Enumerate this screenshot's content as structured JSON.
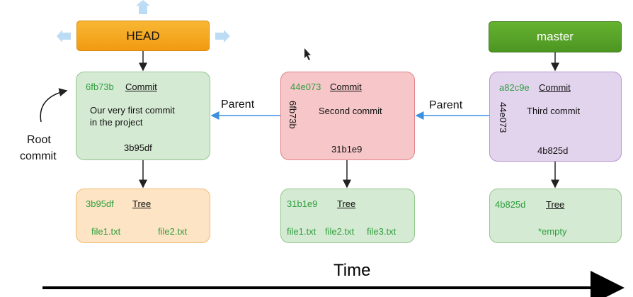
{
  "pointers": {
    "head": "HEAD",
    "master": "master"
  },
  "commits": [
    {
      "hash": "6fb73b",
      "title": "Commit",
      "message_line1": "Our very first commit",
      "message_line2": "in the project",
      "tree": "3b95df",
      "parent": ""
    },
    {
      "hash": "44e073",
      "title": "Commit",
      "message_line1": "Second commit",
      "message_line2": "",
      "tree": "31b1e9",
      "parent": "6fb73b"
    },
    {
      "hash": "a82c9e",
      "title": "Commit",
      "message_line1": "Third commit",
      "message_line2": "",
      "tree": "4b825d",
      "parent": "44e073"
    }
  ],
  "trees": [
    {
      "hash": "3b95df",
      "title": "Tree",
      "files": [
        "file1.txt",
        "file2.txt"
      ]
    },
    {
      "hash": "31b1e9",
      "title": "Tree",
      "files": [
        "file1.txt",
        "file2.txt",
        "file3.txt"
      ]
    },
    {
      "hash": "4b825d",
      "title": "Tree",
      "files": [
        "*empty"
      ]
    }
  ],
  "labels": {
    "parent_1": "Parent",
    "parent_2": "Parent",
    "root_line1": "Root",
    "root_line2": "commit",
    "time": "Time"
  },
  "colors": {
    "hash_green": "#2e9e3e",
    "arrow_blue": "#3d8fe0",
    "head_orange": "#f5a623",
    "master_green": "#5aa82a",
    "ghost_arrow": "#bcdcf5"
  }
}
